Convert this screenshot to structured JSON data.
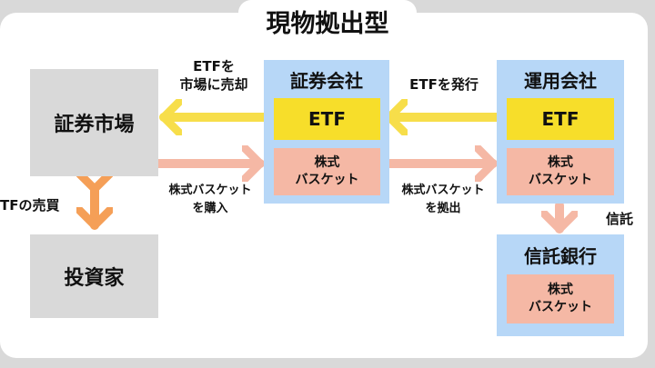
{
  "title": "現物拠出型",
  "nodes": {
    "market": "証券市場",
    "investor": "投資家",
    "securities_co": "証券会社",
    "management_co": "運用会社",
    "trust_bank": "信託銀行"
  },
  "inner": {
    "securities_etf": "ETF",
    "securities_basket": [
      "株式",
      "バスケット"
    ],
    "management_etf": "ETF",
    "management_basket": [
      "株式",
      "バスケット"
    ],
    "trust_basket": [
      "株式",
      "バスケット"
    ]
  },
  "edge_labels": {
    "etf_sell_to_market": [
      "ETFを",
      "市場に売却"
    ],
    "etf_issue": "ETFを発行",
    "basket_buy": [
      "株式バスケット",
      "を購入"
    ],
    "basket_contribute": [
      "株式バスケット",
      "を拠出"
    ],
    "etf_trade": "TFの売買",
    "trust": "信託"
  },
  "colors": {
    "yellow_arrow": "#f7de4a",
    "salmon_arrow": "#f5b8a5",
    "orange_arrow": "#f59f57",
    "blue_box": "#b7d7f7",
    "yellow_box": "#f7de2a",
    "salmon_box": "#f5b8a5",
    "gray_box": "#d9d9d9"
  }
}
